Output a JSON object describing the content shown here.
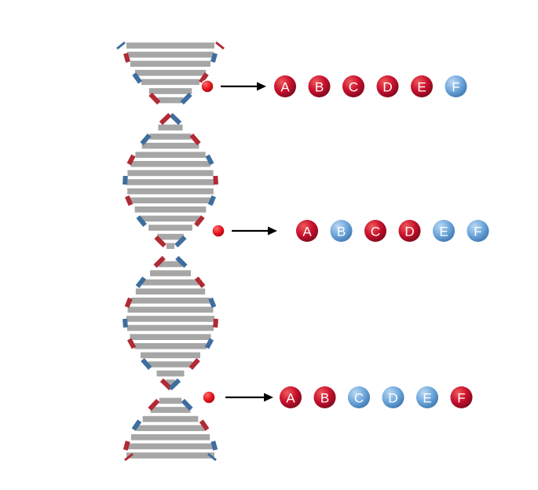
{
  "colors": {
    "red": "#c8102e",
    "red_dark": "#8e0c1f",
    "blue": "#6fa8dc",
    "blue_dark": "#3f78b0",
    "strand_red": "#b02a35",
    "strand_blue": "#3e6e9e",
    "rung": "#a6a6a6",
    "marker": "#e3101a",
    "arrow": "#000000"
  },
  "rows": [
    {
      "balls": [
        {
          "letter": "A",
          "color": "red"
        },
        {
          "letter": "B",
          "color": "red"
        },
        {
          "letter": "C",
          "color": "red"
        },
        {
          "letter": "D",
          "color": "red"
        },
        {
          "letter": "E",
          "color": "red"
        },
        {
          "letter": "F",
          "color": "blue"
        }
      ]
    },
    {
      "balls": [
        {
          "letter": "A",
          "color": "red"
        },
        {
          "letter": "B",
          "color": "blue"
        },
        {
          "letter": "C",
          "color": "red"
        },
        {
          "letter": "D",
          "color": "red"
        },
        {
          "letter": "E",
          "color": "blue"
        },
        {
          "letter": "F",
          "color": "blue"
        }
      ]
    },
    {
      "balls": [
        {
          "letter": "A",
          "color": "red"
        },
        {
          "letter": "B",
          "color": "red"
        },
        {
          "letter": "C",
          "color": "blue"
        },
        {
          "letter": "D",
          "color": "blue"
        },
        {
          "letter": "E",
          "color": "blue"
        },
        {
          "letter": "F",
          "color": "red"
        }
      ]
    }
  ]
}
